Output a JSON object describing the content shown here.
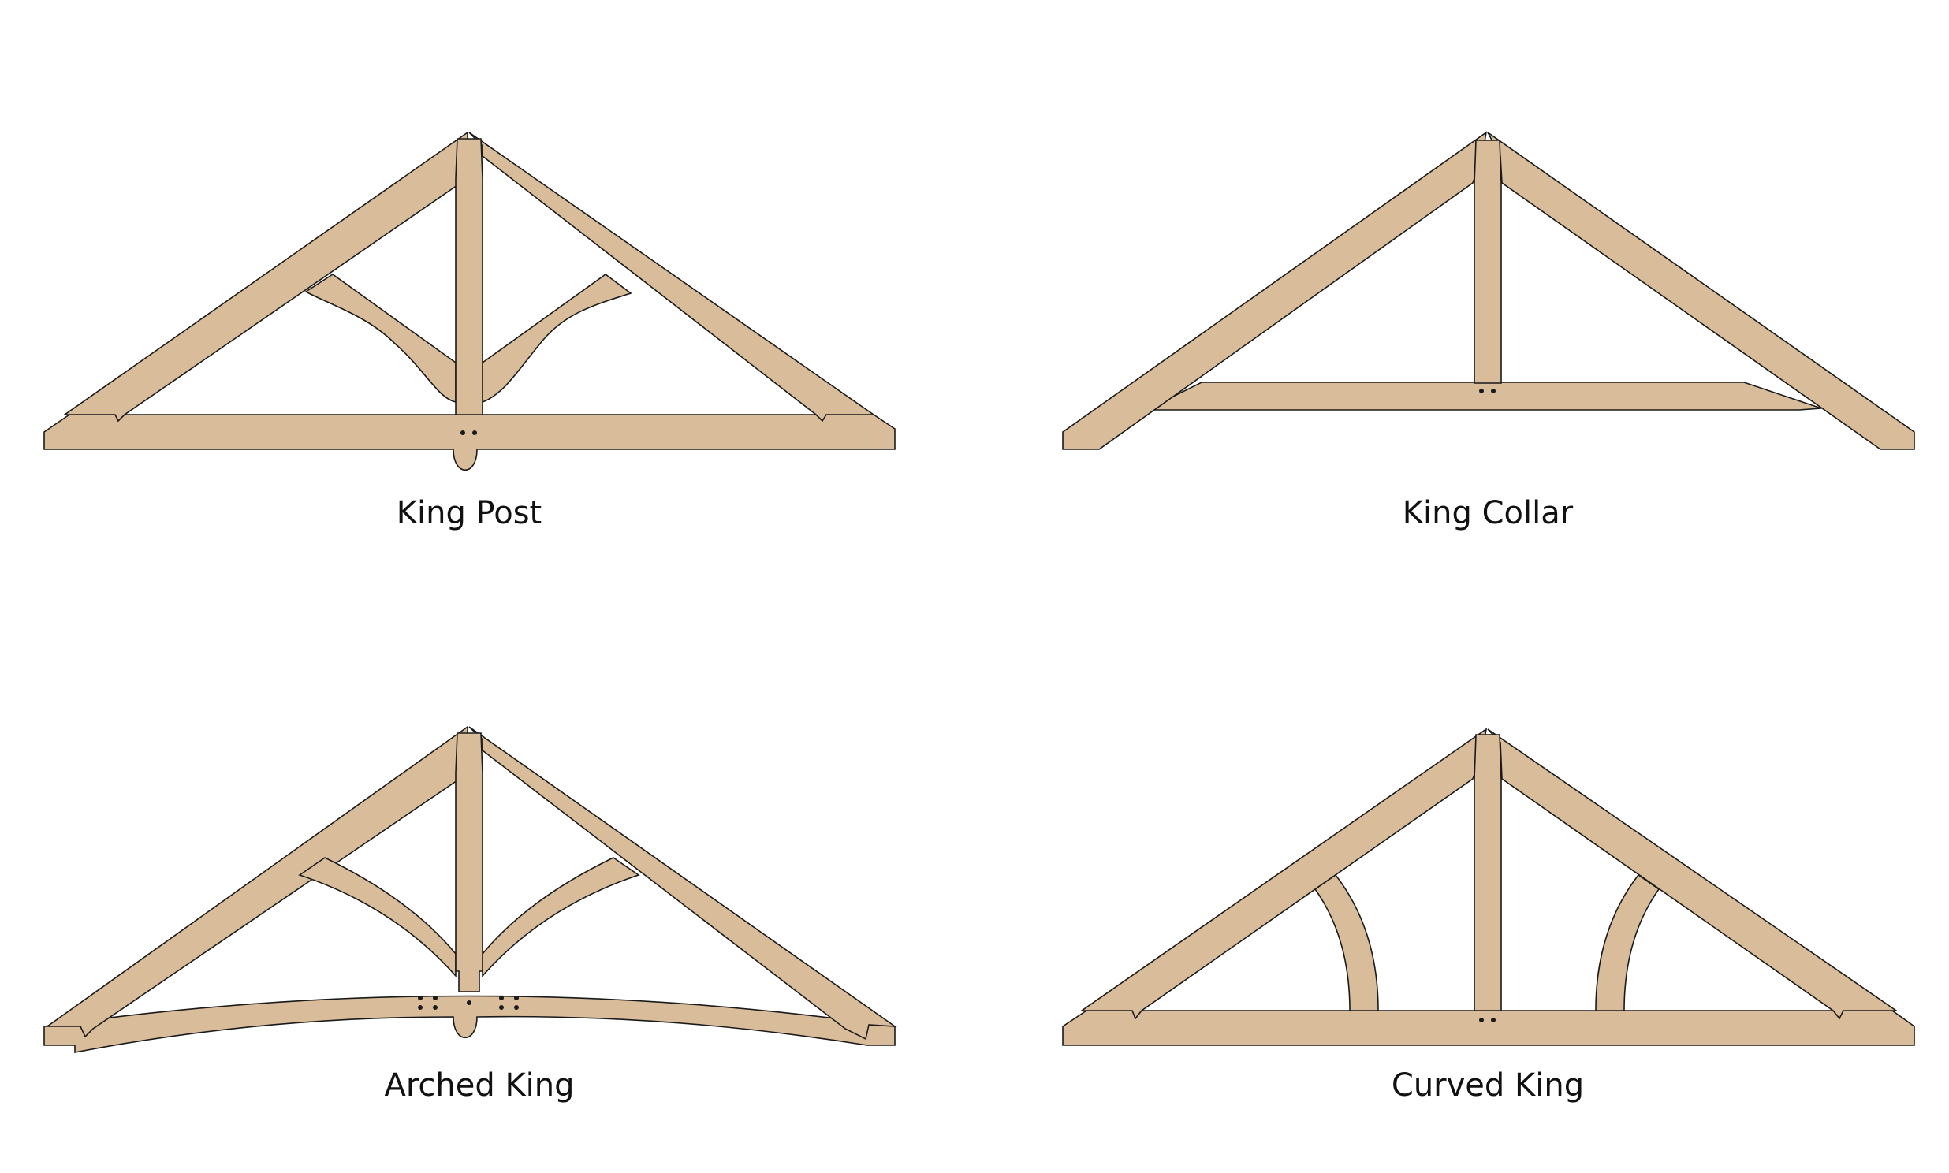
{
  "colors": {
    "timber_fill": "#d9bd9a",
    "outline": "#1a1a1a",
    "background": "#ffffff",
    "caption_text": "#111111"
  },
  "trusses": [
    {
      "id": "king-post",
      "label": "King Post"
    },
    {
      "id": "king-collar",
      "label": "King Collar"
    },
    {
      "id": "arched-king",
      "label": "Arched King"
    },
    {
      "id": "curved-king",
      "label": "Curved King"
    }
  ]
}
